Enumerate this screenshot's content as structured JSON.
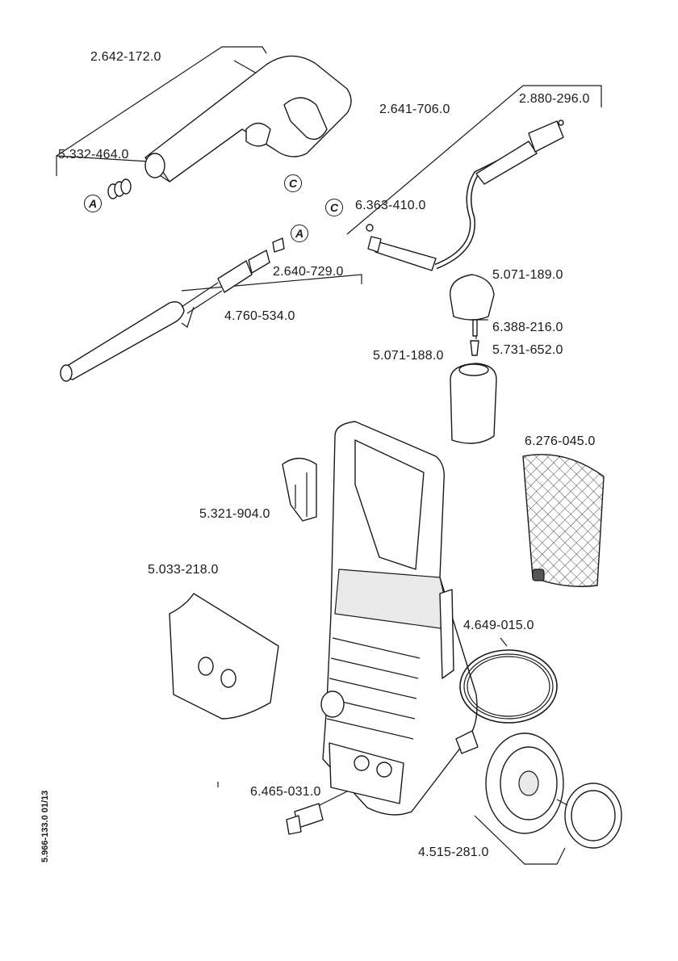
{
  "parts": {
    "p_2642_172": "2.642-172.0",
    "p_5332_464": "5.332-464.0",
    "p_2641_706": "2.641-706.0",
    "p_2880_296": "2.880-296.0",
    "p_6363_410": "6.363-410.0",
    "p_2640_729": "2.640-729.0",
    "p_4760_534": "4.760-534.0",
    "p_5071_189": "5.071-189.0",
    "p_6388_216": "6.388-216.0",
    "p_5731_652": "5.731-652.0",
    "p_5071_188": "5.071-188.0",
    "p_6276_045": "6.276-045.0",
    "p_5321_904": "5.321-904.0",
    "p_5033_218": "5.033-218.0",
    "p_4649_015": "4.649-015.0",
    "p_6465_031": "6.465-031.0",
    "p_4515_281": "4.515-281.0"
  },
  "refs": {
    "a": "A",
    "c": "C"
  },
  "doc_number": "5.966-133.0  01/13"
}
